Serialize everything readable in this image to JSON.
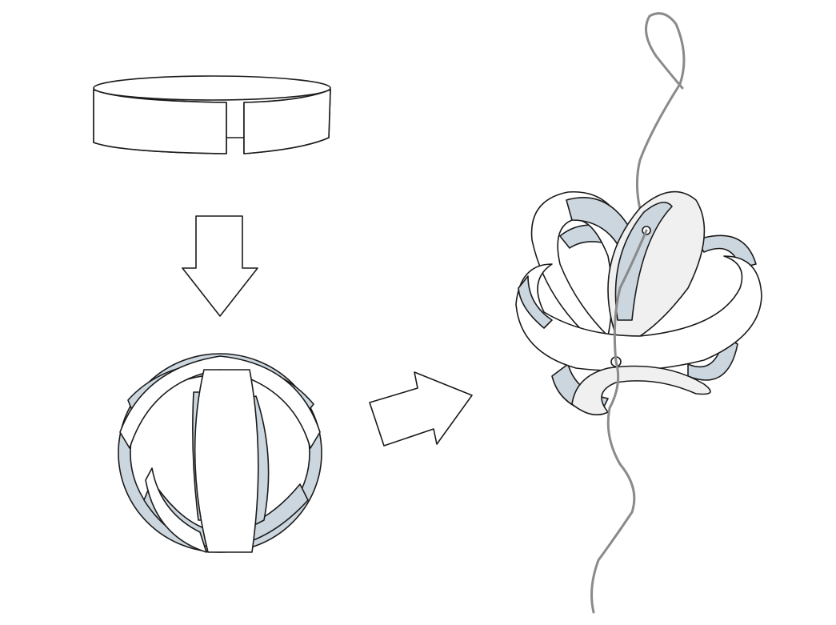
{
  "colors": {
    "outline": "#1a1a1a",
    "band_outer": "#ffffff",
    "band_inner": "#cbd6de",
    "string": "#8a8a8a"
  },
  "steps": [
    "paper-band",
    "assembled-ball",
    "hanging-ornament"
  ]
}
